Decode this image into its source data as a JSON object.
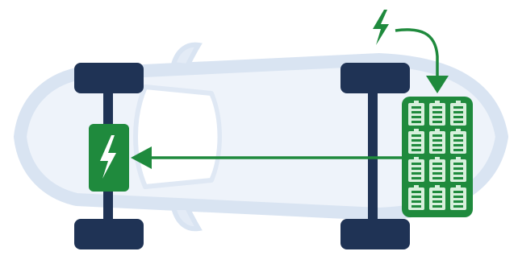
{
  "diagram": {
    "subject": "electric-vehicle-drivetrain-top-view",
    "colors": {
      "car_body_fill": "#eef3fa",
      "car_body_outline": "#d9e4f2",
      "axle_and_wheels": "#1f3355",
      "energy_green": "#1f8a3d",
      "battery_cell_fill": "#d7f0dc",
      "background": "#ffffff"
    },
    "icons": {
      "incoming_power": "lightning-bolt-icon",
      "motor": "lightning-bolt-icon",
      "battery_cells": "battery-cell-icon"
    },
    "battery_pack": {
      "cell_rows": 4,
      "cell_columns": 3
    },
    "flows": [
      {
        "from": "external-charge",
        "to": "battery-pack",
        "meaning": "charging"
      },
      {
        "from": "battery-pack",
        "to": "electric-motor",
        "meaning": "power delivery"
      }
    ]
  }
}
